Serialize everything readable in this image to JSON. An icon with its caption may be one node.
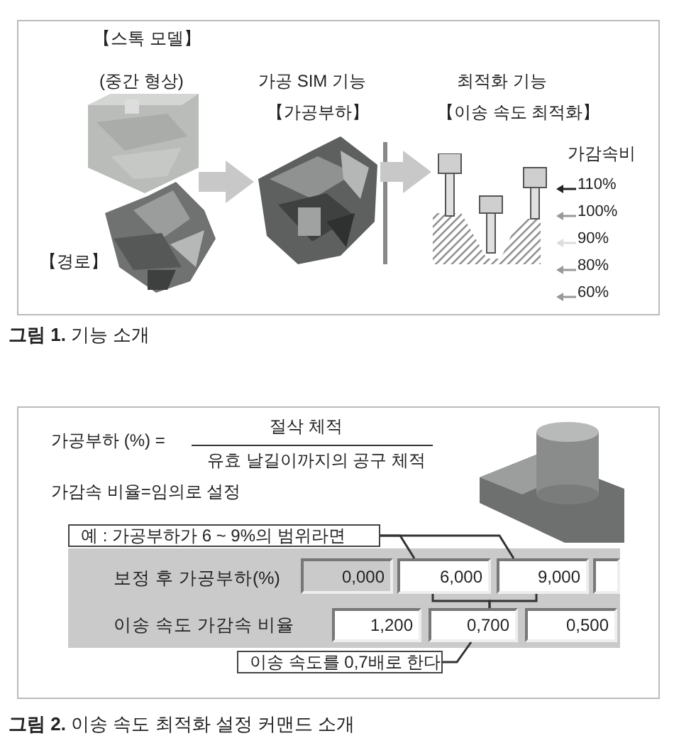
{
  "diagram": {
    "nodes": [
      {
        "text": [],
        "shape": "picture",
        "beside": [
          "【스톡 모델】",
          "(중간 형상)"
        ]
      },
      {
        "text": [],
        "shape": "picture",
        "beside": [
          "【경로】"
        ]
      },
      {
        "text": [],
        "shape": "picture",
        "beside": [
          "가공 SIM 기능",
          "【가공부하】"
        ]
      },
      {
        "text": [],
        "shape": "picture",
        "beside": [
          "최적화 기능",
          "【이송 속도 최적화】"
        ]
      },
      {
        "text": [
          "예 : 가공부하가 6 ~ 9%의 범위라면"
        ]
      },
      {
        "text": [
          "보정 후 가공부하(%)",
          "이송 속도 가감속 비율"
        ]
      },
      {
        "text": [
          "0,000"
        ],
        "in": 5
      },
      {
        "text": [
          "6,000"
        ],
        "in": 5
      },
      {
        "text": [
          "9,000"
        ],
        "in": 5
      },
      {
        "text": [],
        "shape": "box",
        "in": 5
      },
      {
        "text": [
          "1,200"
        ],
        "in": 5
      },
      {
        "text": [
          "0,700"
        ],
        "in": 5
      },
      {
        "text": [
          "0,500"
        ],
        "in": 5
      },
      {
        "text": [
          "이송 속도를 0,7배로 한다"
        ]
      }
    ],
    "edges": [
      {
        "from": 0,
        "to": 2,
        "arrow": "to",
        "style": "thick",
        "color": "#c8c8c8"
      },
      {
        "from": 2,
        "to": 3,
        "arrow": "to",
        "style": "thick",
        "color": "#c8c8c8"
      },
      {
        "from": 4,
        "to": 7,
        "arrow": "none"
      },
      {
        "from": 4,
        "to": 8,
        "arrow": "none"
      },
      {
        "from": 7,
        "to": 11,
        "arrow": "none"
      },
      {
        "from": 8,
        "to": 11,
        "arrow": "none"
      },
      {
        "from": 13,
        "to": 11,
        "arrow": "none"
      }
    ],
    "labels": [
      "가감속비",
      "110%",
      "100%",
      "90%",
      "80%",
      "60%",
      "**그림 1.** 기능 소개",
      "가공부하 (%) =",
      "절삭 체적",
      "유효 날길이까지의 공구 체적",
      "가감속 비율=임의로 설정",
      "**그림 2.** 이송 속도 최적화 설정 커맨드 소개"
    ]
  }
}
